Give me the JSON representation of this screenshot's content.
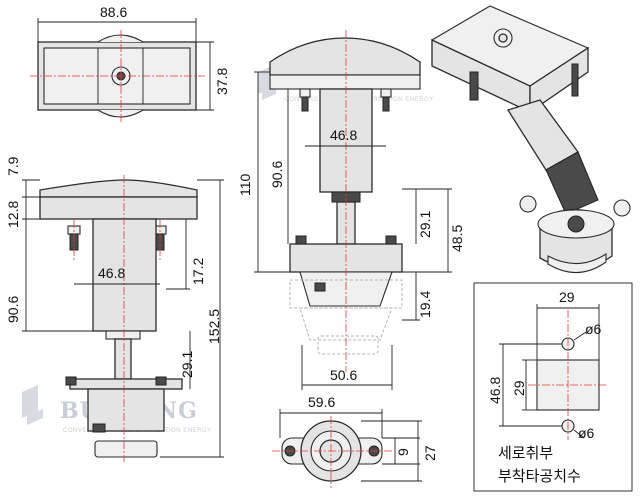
{
  "watermark": {
    "brand": "BUYOUNG",
    "tagline": "CONVERGING VALUE OF CREATION ENERGY"
  },
  "dimensions": {
    "top_width": "88.6",
    "top_height": "37.8",
    "front_cap": "7.9",
    "front_flange": "12.8",
    "front_bolt_spacing": "46.8",
    "front_stud_length": "17.2",
    "front_height": "90.6",
    "front_total": "152.5",
    "front_lower": "29.1",
    "side_total": "110",
    "side_height": "90.6",
    "side_bolt_spacing": "46.8",
    "side_lower": "29.1",
    "side_mid": "48.5",
    "side_stroke": "19.4",
    "side_base_width": "50.6",
    "bottom_width": "59.6",
    "bottom_h1": "9",
    "bottom_h2": "27",
    "cutout_width": "29",
    "cutout_span": "46.8",
    "cutout_height": "29",
    "cutout_hole_top": "ø6",
    "cutout_hole_bottom": "ø6"
  },
  "cutout_caption": {
    "line1": "세로취부",
    "line2": "부착타공치수"
  }
}
